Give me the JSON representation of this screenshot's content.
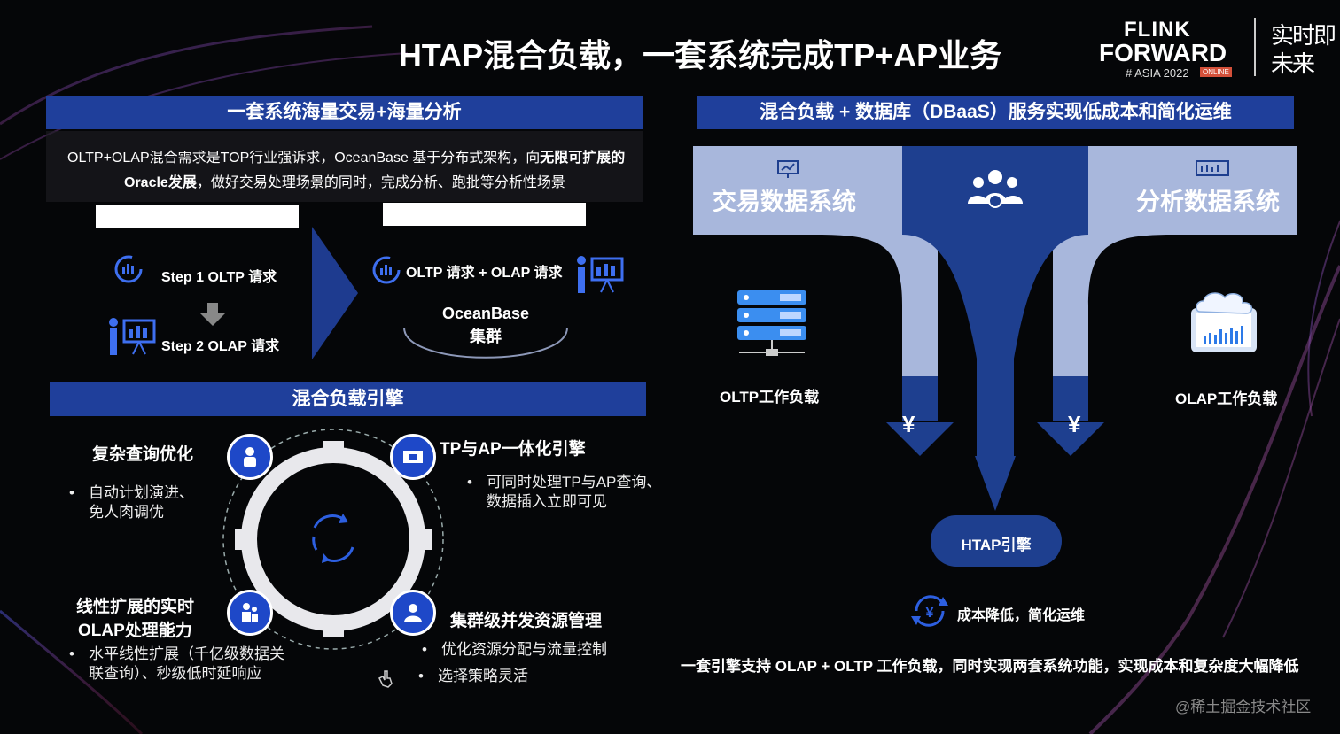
{
  "title": "HTAP混合负载，一套系统完成TP+AP业务",
  "logo": {
    "line1": "FLINK",
    "line2": "FORWARD",
    "sub": "# ASIA 2022",
    "online": "ONLINE",
    "side1": "实时即",
    "side2": "未来"
  },
  "left_panel": {
    "heading": "一套系统海量交易+海量分析",
    "desc_line1_a": "OLTP+OLAP混合需求是TOP行业强诉求，OceanBase 基于分布式架构，向",
    "desc_line1_b": "无限可扩展的",
    "desc_line2_a": "Oracle发展",
    "desc_line2_b": "，做好交易处理场景的同时，完成分析、跑批等分析性场景",
    "step1": "Step 1 OLTP 请求",
    "step2": "Step 2 OLAP 请求",
    "combined": "OLTP 请求 + OLAP 请求",
    "cluster_line1": "OceanBase",
    "cluster_line2": "集群"
  },
  "engine": {
    "heading": "混合负载引擎",
    "features": [
      {
        "title": "复杂查询优化",
        "bullets": [
          "自动计划演进、",
          "免人肉调优"
        ]
      },
      {
        "title": "TP与AP一体化引擎",
        "bullets": [
          "可同时处理TP与AP查询、",
          "数据插入立即可见"
        ]
      },
      {
        "title_line1": "线性扩展的实时",
        "title_line2": "OLAP处理能力",
        "bullets": [
          "水平线性扩展（千亿级数据关",
          "联查询）、秒级低时延响应"
        ]
      },
      {
        "title": "集群级并发资源管理",
        "bullets": [
          "优化资源分配与流量控制",
          "选择策略灵活"
        ]
      }
    ]
  },
  "right_panel": {
    "heading": "混合负载 + 数据库（DBaaS）服务实现低成本和简化运维",
    "left_system": "交易数据系统",
    "right_system": "分析数据系统",
    "oltp_load": "OLTP工作负载",
    "olap_load": "OLAP工作负载",
    "yen": "¥",
    "engine": "HTAP引擎",
    "cost": "成本降低，简化运维",
    "summary": "一套引擎支持 OLAP + OLTP 工作负载，同时实现两套系统功能，实现成本和复杂度大幅降低"
  },
  "watermark": "@稀土掘金技术社区",
  "colors": {
    "bar": "#1f3f9b",
    "funnel_light": "#a8b7dc",
    "funnel_dark": "#1e3f8f",
    "accent_blue": "#2d5fe0"
  }
}
